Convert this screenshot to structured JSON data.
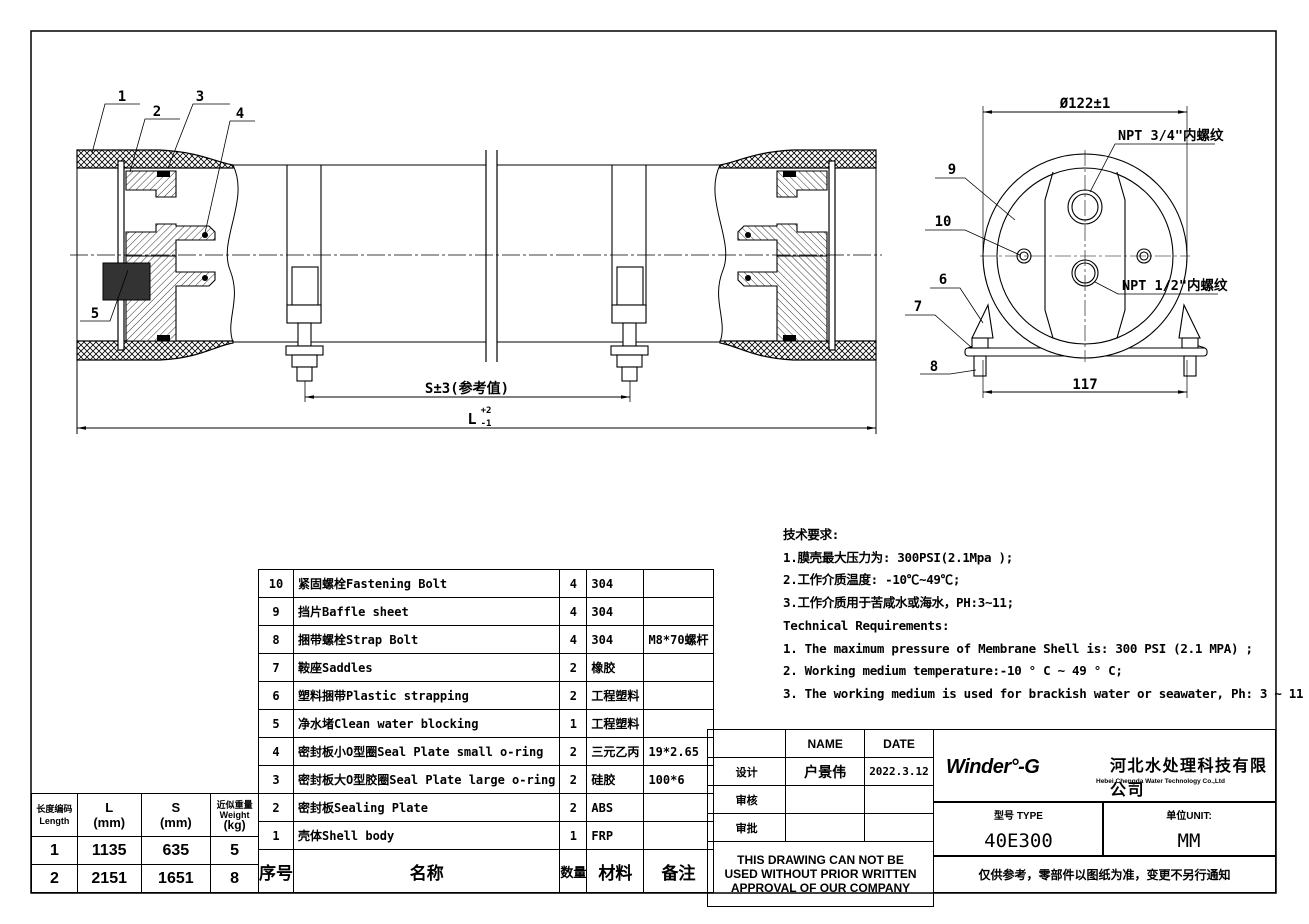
{
  "drawing": {
    "part_labels": [
      "1",
      "2",
      "3",
      "4",
      "5",
      "6",
      "7",
      "8",
      "9",
      "10"
    ],
    "dim_s": "S±3(参考值)",
    "dim_l": "L",
    "dim_l_upper": "+2",
    "dim_l_lower": "-1",
    "dim_diameter": "Ø122±1",
    "dim_width": "117",
    "npt_large": "NPT 3/4\"内螺纹",
    "npt_small": "NPT 1/2\"内螺纹"
  },
  "tech": {
    "title_cn": "技术要求:",
    "lines_cn": [
      "1.膜壳最大压力为: 300PSI(2.1Mpa  );",
      "2.工作介质温度: -10℃~49℃;",
      "3.工作介质用于苦咸水或海水，PH:3~11;"
    ],
    "title_en": "Technical Requirements:",
    "lines_en": [
      "1. The maximum pressure of Membrane Shell is: 300 PSI (2.1 MPA) ;",
      "2. Working medium temperature:-10 ° C ~ 49 ° C;",
      "3. The working medium is used for brackish water or seawater, Ph: 3 ~ 11"
    ]
  },
  "bom": {
    "rows": [
      {
        "no": "10",
        "name": "紧固螺栓Fastening Bolt",
        "qty": "4",
        "material": "304",
        "note": ""
      },
      {
        "no": "9",
        "name": "挡片Baffle sheet",
        "qty": "4",
        "material": "304",
        "note": ""
      },
      {
        "no": "8",
        "name": "捆带螺栓Strap Bolt",
        "qty": "4",
        "material": "304",
        "note": "M8*70螺杆"
      },
      {
        "no": "7",
        "name": "鞍座Saddles",
        "qty": "2",
        "material": "橡胶",
        "note": ""
      },
      {
        "no": "6",
        "name": "塑料捆带Plastic strapping",
        "qty": "2",
        "material": "工程塑料",
        "note": ""
      },
      {
        "no": "5",
        "name": "净水堵Clean water blocking",
        "qty": "1",
        "material": "工程塑料",
        "note": ""
      },
      {
        "no": "4",
        "name": "密封板小O型圈Seal Plate small o-ring",
        "qty": "2",
        "material": "三元乙丙",
        "note": "19*2.65"
      },
      {
        "no": "3",
        "name": "密封板大O型胶圈Seal Plate large o-ring",
        "qty": "2",
        "material": "硅胶",
        "note": "100*6"
      },
      {
        "no": "2",
        "name": "密封板Sealing Plate",
        "qty": "2",
        "material": "ABS",
        "note": ""
      },
      {
        "no": "1",
        "name": "壳体Shell body",
        "qty": "1",
        "material": "FRP",
        "note": ""
      }
    ],
    "header": {
      "no": "序号",
      "name": "名称",
      "qty": "数量",
      "material": "材料",
      "note": "备注"
    }
  },
  "length_table": {
    "header": {
      "code": "长度编码",
      "code_en": "Length",
      "l": "L",
      "l_unit": "(mm)",
      "s": "S",
      "s_unit": "(mm)",
      "w": "近似重量",
      "w_en": "Weight",
      "w_unit": "(kg)"
    },
    "rows": [
      {
        "code": "1",
        "l": "1135",
        "s": "635",
        "w": "5"
      },
      {
        "code": "2",
        "l": "2151",
        "s": "1651",
        "w": "8"
      }
    ]
  },
  "title_block": {
    "name_label": "NAME",
    "date_label": "DATE",
    "design_label": "设计",
    "designer": "户景伟",
    "design_date": "2022.3.12",
    "review_label": "审核",
    "approve_label": "审批",
    "notice": "THIS DRAWING CAN NOT BE USED WITHOUT PRIOR WRITTEN APPROVAL OF OUR COMPANY",
    "logo": "Winder°-G",
    "company_cn": "河北水处理科技有限公司",
    "company_en": "Hebei Chengda Water Technology Co.,Ltd",
    "type_label": "型号 TYPE",
    "type_value": "40E300",
    "unit_label": "单位UNIT:",
    "unit_value": "MM",
    "disclaimer": "仅供参考，零部件以图纸为准，变更不另行通知"
  }
}
